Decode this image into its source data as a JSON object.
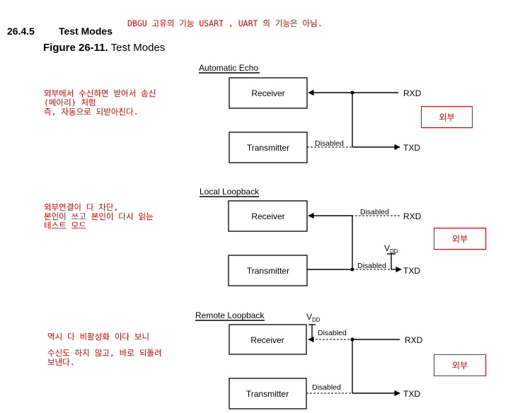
{
  "header": {
    "section_number": "26.4.5",
    "section_title": "Test Modes",
    "figure_label": "Figure 26-11.",
    "figure_title": "Test Modes"
  },
  "notes": {
    "top": "DBGU 고유의 기능 USART , UART 의 기능은 아님.",
    "echo": [
      "외부에서 수신하면 받아서 송신",
      "(메아리) 처럼",
      "즉, 자동으로 되받아친다."
    ],
    "local": [
      "외부연결이 다 차단,",
      "본인이 쓰고 본인이 다시 읽는",
      "테스트 모드"
    ],
    "remote_1": "역시 다 비활성화 이다 보니",
    "remote_2": [
      "수신도 하지 않고, 바로 되돌려",
      "보낸다."
    ],
    "external_label": "외부"
  },
  "diagrams": {
    "echo": {
      "title": "Automatic Echo",
      "receiver": "Receiver",
      "transmitter": "Transmitter",
      "rxd": "RXD",
      "txd": "TXD",
      "disabled": "Disabled"
    },
    "local": {
      "title": "Local Loopback",
      "receiver": "Receiver",
      "transmitter": "Transmitter",
      "rxd": "RXD",
      "txd": "TXD",
      "disabled_rx": "Disabled",
      "disabled_tx": "Disabled",
      "vdd": "V",
      "vdd_sub": "DD"
    },
    "remote": {
      "title": "Remote Loopback",
      "receiver": "Receiver",
      "transmitter": "Transmitter",
      "rxd": "RXD",
      "txd": "TXD",
      "disabled_rx": "Disabled",
      "disabled_tx": "Disabled",
      "vdd": "V",
      "vdd_sub": "DD"
    }
  },
  "colors": {
    "annotation": "#e00000",
    "diagram": "#000000"
  }
}
